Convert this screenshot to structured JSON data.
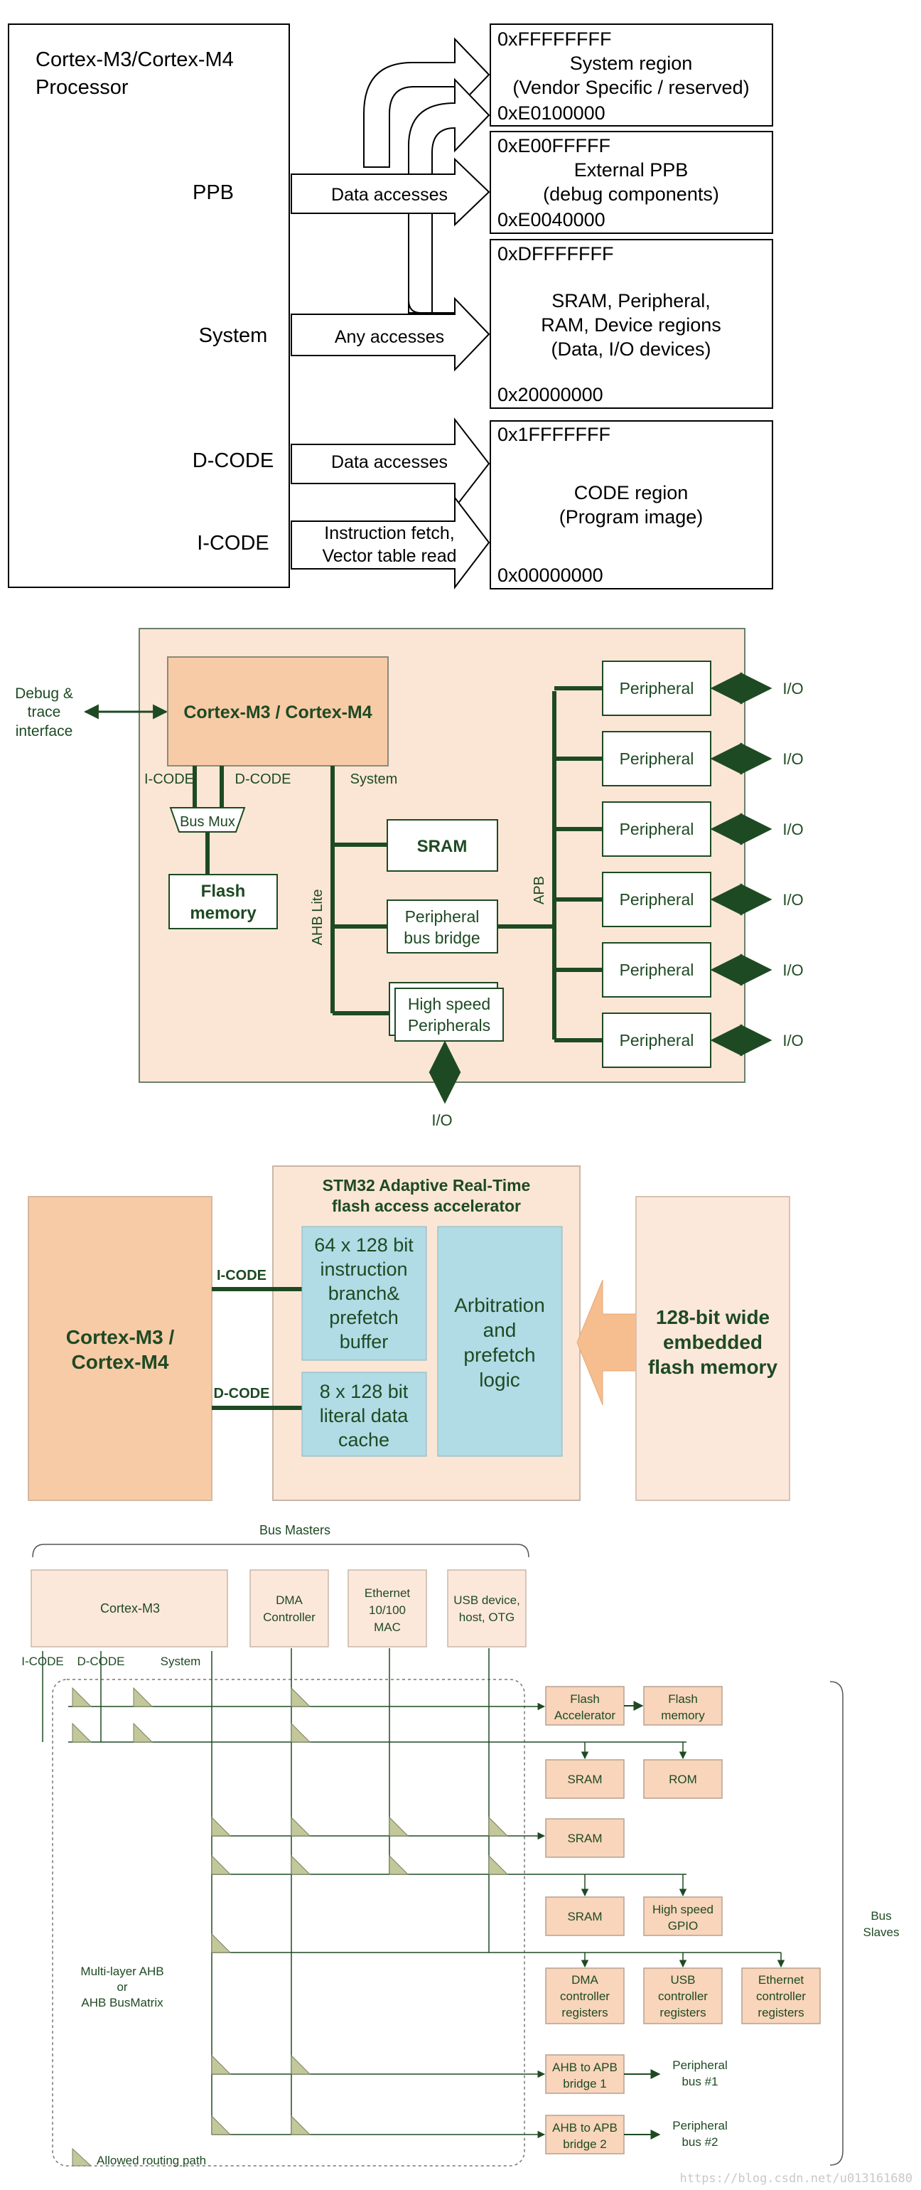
{
  "memory_map": {
    "processor": "Cortex-M3/Cortex-M4",
    "processor_line2": "Processor",
    "ports": [
      "PPB",
      "System",
      "D-CODE",
      "I-CODE"
    ],
    "arrow_labels": {
      "ppb": "Data accesses",
      "system": "Any accesses",
      "dcode": "Data accesses",
      "icode_1": "Instruction fetch,",
      "icode_2": "Vector table read"
    },
    "regions": [
      {
        "top_addr": "0xFFFFFFFF",
        "line1": "System region",
        "line2": "(Vendor Specific / reserved)",
        "line3": "",
        "bottom_addr": "0xE0100000"
      },
      {
        "top_addr": "0xE00FFFFF",
        "line1": "External PPB",
        "line2": "(debug components)",
        "line3": "",
        "bottom_addr": "0xE0040000"
      },
      {
        "top_addr": "0xDFFFFFFF",
        "line1": "SRAM, Peripheral,",
        "line2": "RAM, Device regions",
        "line3": "(Data, I/O devices)",
        "bottom_addr": "0x20000000"
      },
      {
        "top_addr": "0x1FFFFFFF",
        "line1": "CODE region",
        "line2": "(Program image)",
        "line3": "",
        "bottom_addr": "0x00000000"
      }
    ]
  },
  "bus_system": {
    "debug_1": "Debug &",
    "debug_2": "trace",
    "debug_3": "interface",
    "cpu": "Cortex-M3 / Cortex-M4",
    "icode": "I-CODE",
    "dcode": "D-CODE",
    "system": "System",
    "bus_mux": "Bus Mux",
    "flash_1": "Flash",
    "flash_2": "memory",
    "sram": "SRAM",
    "bridge_1": "Peripheral",
    "bridge_2": "bus bridge",
    "hs_1": "High speed",
    "hs_2": "Peripherals",
    "ahb_lite": "AHB Lite",
    "apb": "APB",
    "peripheral": "Peripheral",
    "io": "I/O",
    "peripheral_count": 6
  },
  "accelerator": {
    "title_1": "STM32 Adaptive Real-Time",
    "title_2": "flash access accelerator",
    "cpu_1": "Cortex-M3 /",
    "cpu_2": "Cortex-M4",
    "icode": "I-CODE",
    "dcode": "D-CODE",
    "buffer_lines": [
      "64 x 128 bit",
      "instruction",
      "branch&",
      "prefetch",
      "buffer"
    ],
    "cache_lines": [
      "8 x 128 bit",
      "literal data",
      "cache"
    ],
    "arb_lines": [
      "Arbitration",
      "and",
      "prefetch",
      "logic"
    ],
    "flash_lines": [
      "128-bit wide",
      "embedded",
      "flash memory"
    ]
  },
  "bus_matrix": {
    "bus_masters": "Bus Masters",
    "masters": {
      "cortex": "Cortex-M3",
      "dma_1": "DMA",
      "dma_2": "Controller",
      "eth_1": "Ethernet",
      "eth_2": "10/100",
      "eth_3": "MAC",
      "usb_1": "USB device,",
      "usb_2": "host, OTG"
    },
    "ports": [
      "I-CODE",
      "D-CODE",
      "System"
    ],
    "matrix_1": "Multi-layer AHB",
    "matrix_2": "or",
    "matrix_3": "AHB BusMatrix",
    "slaves": {
      "flash_acc_1": "Flash",
      "flash_acc_2": "Accelerator",
      "flash_mem_1": "Flash",
      "flash_mem_2": "memory",
      "sram": "SRAM",
      "rom": "ROM",
      "hsgpio_1": "High speed",
      "hsgpio_2": "GPIO",
      "dma_1": "DMA",
      "dma_2": "controller",
      "dma_3": "registers",
      "usb_1": "USB",
      "usb_2": "controller",
      "usb_3": "registers",
      "eth_1": "Ethernet",
      "eth_2": "controller",
      "eth_3": "registers",
      "ahb1_1": "AHB to APB",
      "ahb1_2": "bridge 1",
      "ahb2_1": "AHB to APB",
      "ahb2_2": "bridge 2",
      "pb1_1": "Peripheral",
      "pb1_2": "bus #1",
      "pb2_1": "Peripheral",
      "pb2_2": "bus #2"
    },
    "bus_slaves_1": "Bus",
    "bus_slaves_2": "Slaves",
    "legend": "Allowed routing path"
  },
  "watermark": "https://blog.csdn.net/u013161680",
  "colors": {
    "dark_green": "#1e4a23",
    "peach_bg": "#fbe6d6",
    "peach_box": "#f8cba7",
    "light_peach": "#fce8da",
    "light_blue": "#b1dbe5",
    "orange_arrow": "#f6bd8e",
    "triangle": "#c2c89a"
  }
}
